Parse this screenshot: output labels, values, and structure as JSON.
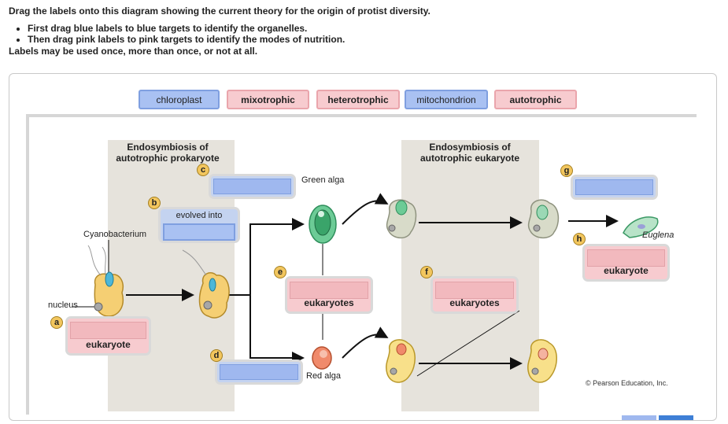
{
  "instructions": {
    "line1": "Drag the labels onto this diagram showing the current theory for the origin of protist diversity.",
    "bullet1": "First drag blue labels to blue targets to identify the organelles.",
    "bullet2": "Then drag pink labels to pink targets to identify the modes of nutrition.",
    "line2": "Labels may be used once, more than once, or not at all."
  },
  "labels": [
    {
      "text": "chloroplast",
      "color": "blue"
    },
    {
      "text": "mixotrophic",
      "color": "pink"
    },
    {
      "text": "heterotrophic",
      "color": "pink"
    },
    {
      "text": "mitochondrion",
      "color": "blue"
    },
    {
      "text": "autotrophic",
      "color": "pink"
    }
  ],
  "diagram": {
    "heading_left": "Endosymbiosis of autotrophic prokaryote",
    "heading_right": "Endosymbiosis of autotrophic eukaryote",
    "cyanobacterium": "Cyanobacterium",
    "nucleus": "nucleus",
    "evolved_into": "evolved into",
    "green_alga": "Green alga",
    "red_alga": "Red alga",
    "euglena": "Euglena",
    "eukaryote_a": "eukaryote",
    "eukaryotes_e": "eukaryotes",
    "eukaryotes_f": "eukaryotes",
    "eukaryote_h": "eukaryote",
    "letters": {
      "a": "a",
      "b": "b",
      "c": "c",
      "d": "d",
      "e": "e",
      "f": "f",
      "g": "g",
      "h": "h"
    },
    "credit": "© Pearson Education, Inc."
  }
}
